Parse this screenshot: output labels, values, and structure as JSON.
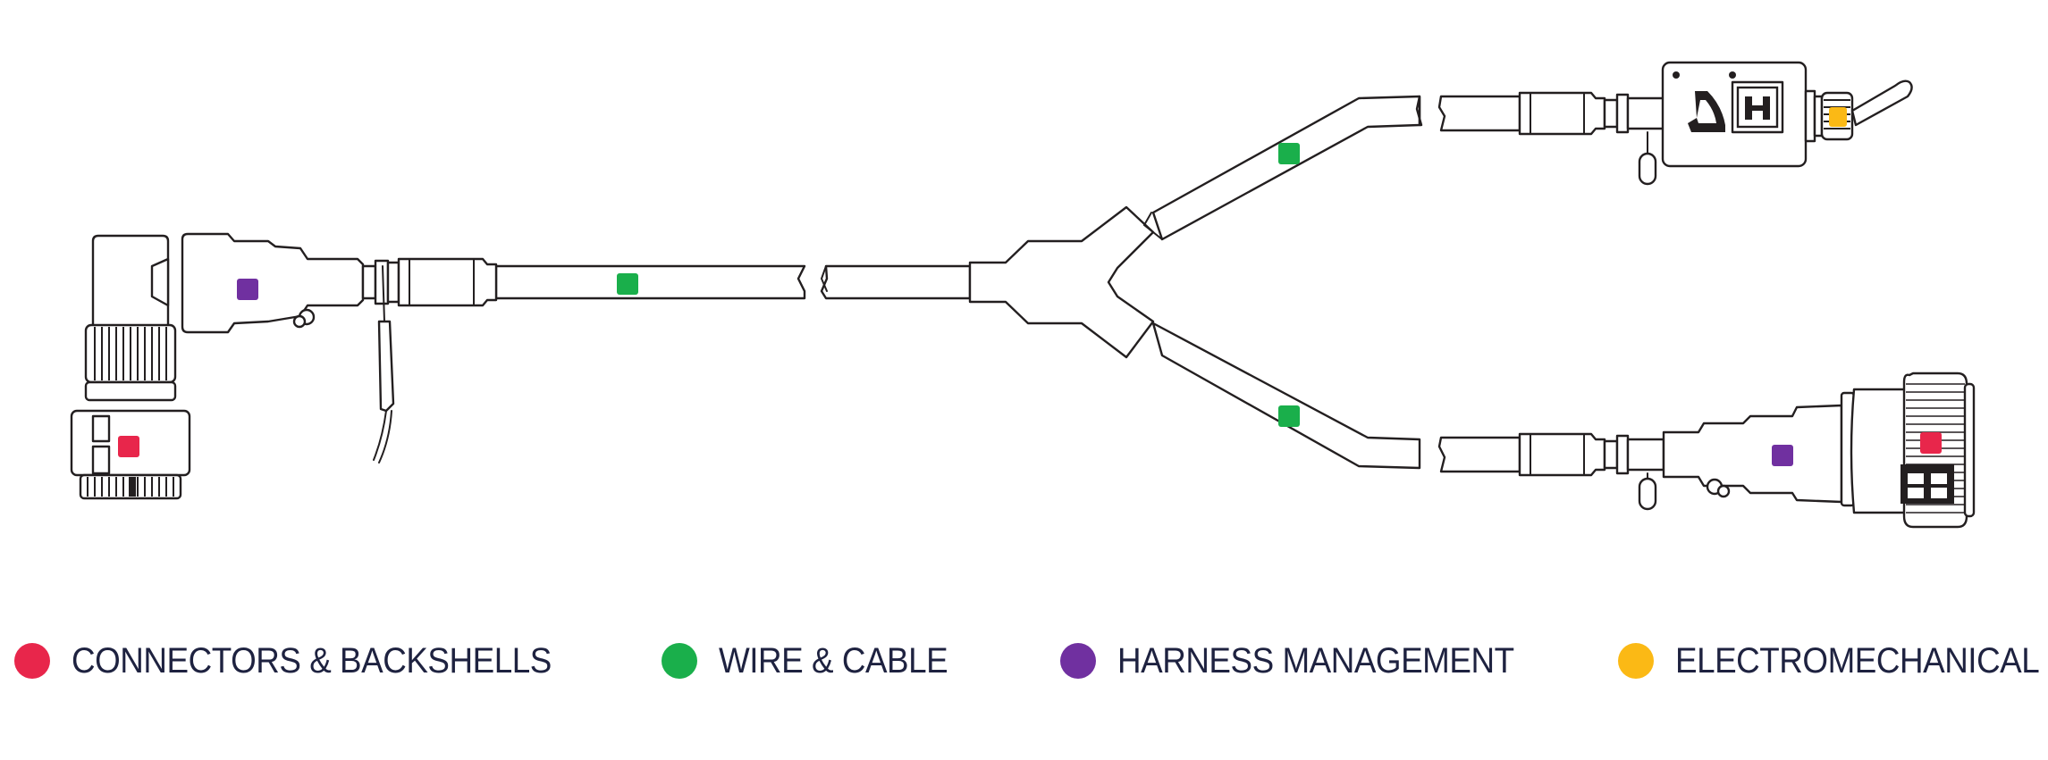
{
  "colors": {
    "connectors": "#e8264b",
    "wire": "#1aaf4b",
    "harness": "#7030a0",
    "electromechanical": "#fbb915",
    "outline": "#231f20",
    "legend_text": "#1e2240"
  },
  "legend": [
    {
      "key": "connectors",
      "label": "CONNECTORS & BACKSHELLS",
      "color": "#e8264b"
    },
    {
      "key": "wire",
      "label": "WIRE & CABLE",
      "color": "#1aaf4b"
    },
    {
      "key": "harness",
      "label": "HARNESS MANAGEMENT",
      "color": "#7030a0"
    },
    {
      "key": "electromechanical",
      "label": "ELECTROMECHANICAL",
      "color": "#fbb915"
    }
  ],
  "markers": [
    {
      "category": "harness",
      "component": "left right-angle backshell"
    },
    {
      "category": "connectors",
      "component": "left circular connector"
    },
    {
      "category": "wire",
      "component": "main trunk cable"
    },
    {
      "category": "wire",
      "component": "upper branch cable"
    },
    {
      "category": "wire",
      "component": "lower branch cable"
    },
    {
      "category": "electromechanical",
      "component": "toggle switch"
    },
    {
      "category": "harness",
      "component": "right backshell"
    },
    {
      "category": "connectors",
      "component": "right circular connector"
    }
  ]
}
